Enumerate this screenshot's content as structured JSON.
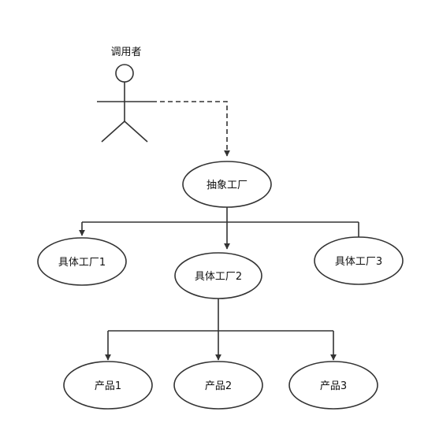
{
  "actor": {
    "label": "调用者"
  },
  "nodes": {
    "abstract_factory": "抽象工厂",
    "concrete_factory_1": "具体工厂1",
    "concrete_factory_2": "具体工厂2",
    "concrete_factory_3": "具体工厂3",
    "product_1": "产品1",
    "product_2": "产品2",
    "product_3": "产品3"
  },
  "colors": {
    "line": "#333333",
    "node_fill": "#ffffff",
    "text": "#111111"
  }
}
